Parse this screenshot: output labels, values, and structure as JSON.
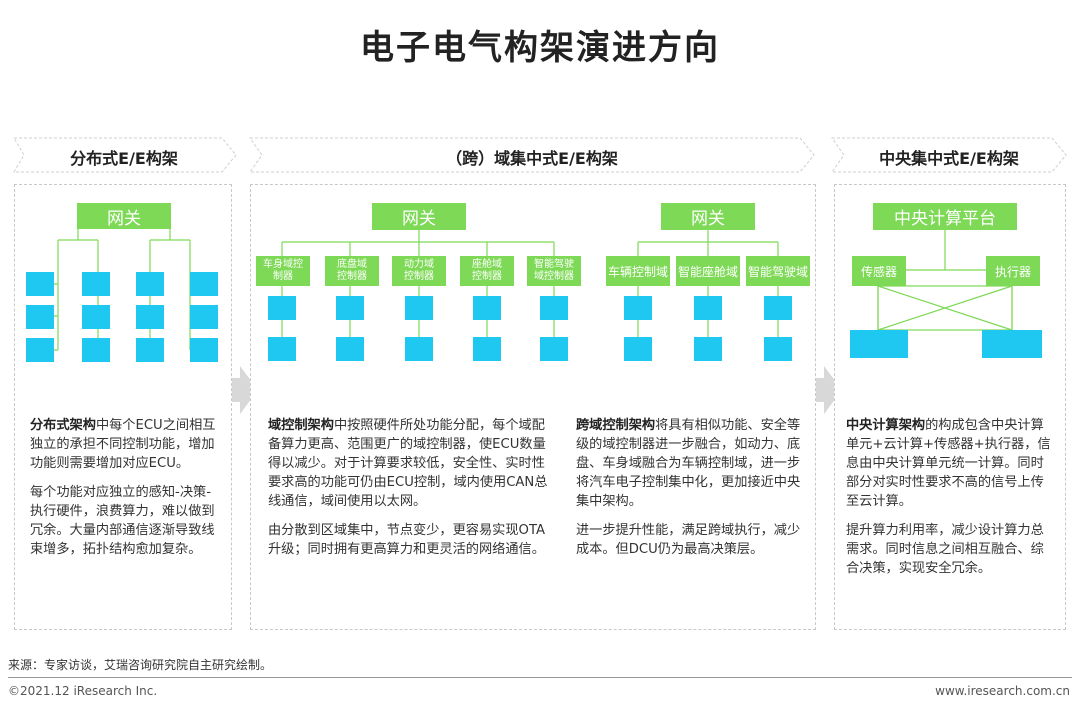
{
  "title": "电子电气构架演进方向",
  "banners": {
    "distributed": "分布式E/E构架",
    "domain": "（跨）域集中式E/E构架",
    "central": "中央集中式E/E构架"
  },
  "diagram": {
    "gateway": "网关",
    "domain_controllers": [
      "车身域控\n制器",
      "底盘域\n控制器",
      "动力域\n控制器",
      "座舱域\n控制器",
      "智能驾驶\n域控制器"
    ],
    "cross_domain_controllers": [
      "车辆控制域",
      "智能座舱域",
      "智能驾驶域"
    ],
    "central_platform": "中央计算平台",
    "sensor": "传感器",
    "actuator": "执行器"
  },
  "descriptions": {
    "distributed": {
      "title": "分布式架构",
      "p1": "中每个ECU之间相互独立的承担不同控制功能，增加功能则需要增加对应ECU。",
      "p2": "每个功能对应独立的感知-决策-执行硬件，浪费算力，难以做到冗余。大量内部通信逐渐导致线束增多，拓扑结构愈加复杂。"
    },
    "domain": {
      "title": "域控制架构",
      "p1": "中按照硬件所处功能分配，每个域配备算力更高、范围更广的域控制器，使ECU数量得以减少。对于计算要求较低，安全性、实时性要求高的功能可仍由ECU控制，域内使用CAN总线通信，域间使用以太网。",
      "p2": "由分散到区域集中，节点变少，更容易实现OTA升级；同时拥有更高算力和更灵活的网络通信。"
    },
    "cross": {
      "title": "跨域控制架构",
      "p1": "将具有相似功能、安全等级的域控制器进一步融合，如动力、底盘、车身域融合为车辆控制域，进一步将汽车电子控制集中化，更加接近中央集中架构。",
      "p2": "进一步提升性能，满足跨域执行，减少成本。但DCU仍为最高决策层。"
    },
    "central": {
      "title": "中央计算架构",
      "p1": "的构成包含中央计算单元+云计算+传感器+执行器，信息由中央计算单元统一计算。同时部分对实时性要求不高的信号上传至云计算。",
      "p2": "提升算力利用率，减少设计算力总需求。同时信息之间相互融合、综合决策，实现安全冗余。"
    }
  },
  "footer": {
    "source": "来源：专家访谈，艾瑞咨询研究院自主研究绘制。",
    "copyright": "©2021.12 iResearch Inc.",
    "url": "www.iresearch.com.cn"
  },
  "colors": {
    "green": "#7ed957",
    "cyan": "#1ec8f0",
    "line": "#7ed957"
  }
}
